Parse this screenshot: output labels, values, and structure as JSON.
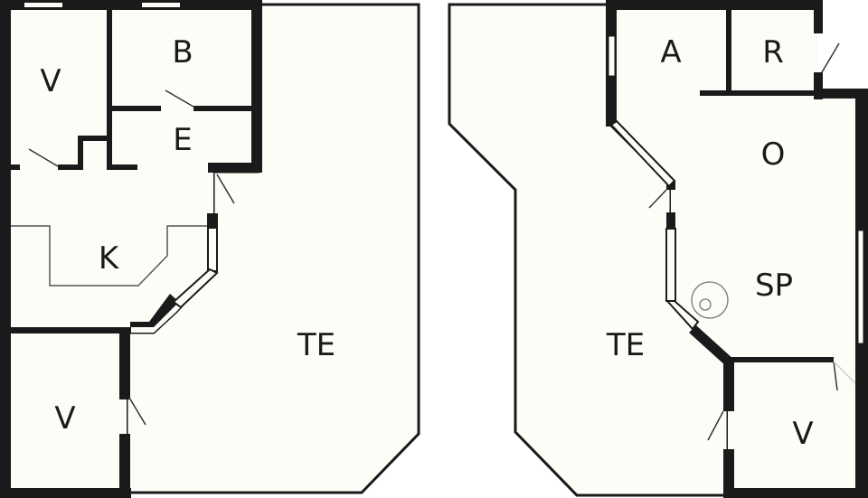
{
  "diagram": {
    "type": "floor-plan",
    "colors": {
      "floor": "#fdfdf8",
      "wall": "#1a1a1a",
      "background": "#ffffff",
      "thin": "#888888"
    },
    "left_plan": {
      "rooms": [
        {
          "id": "v1",
          "label": "V"
        },
        {
          "id": "b",
          "label": "B"
        },
        {
          "id": "e",
          "label": "E"
        },
        {
          "id": "k",
          "label": "K"
        },
        {
          "id": "v2",
          "label": "V"
        },
        {
          "id": "te",
          "label": "TE"
        }
      ]
    },
    "right_plan": {
      "rooms": [
        {
          "id": "a",
          "label": "A"
        },
        {
          "id": "r",
          "label": "R"
        },
        {
          "id": "o",
          "label": "O"
        },
        {
          "id": "sp",
          "label": "SP"
        },
        {
          "id": "te",
          "label": "TE"
        },
        {
          "id": "v",
          "label": "V"
        }
      ]
    }
  }
}
